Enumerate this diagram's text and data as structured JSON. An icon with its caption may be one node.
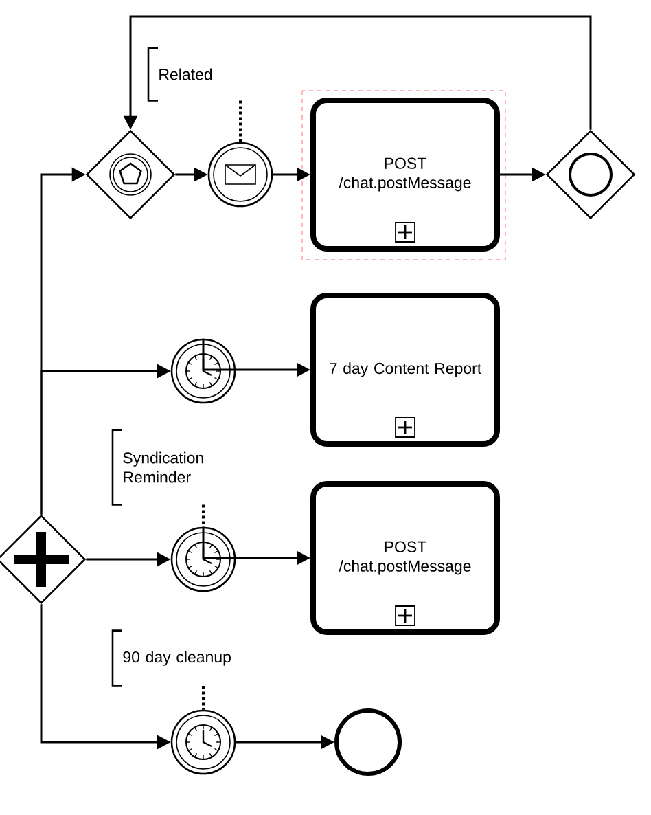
{
  "diagram": {
    "nodes": [
      {
        "text": [
          "Related"
        ]
      },
      {
        "text": [],
        "shape": "diamond"
      },
      {
        "text": [],
        "shape": "circle"
      },
      {
        "text": [
          "POST /chat.postMessage"
        ]
      },
      {
        "text": [],
        "shape": "diamond"
      },
      {
        "text": [],
        "shape": "circle"
      },
      {
        "text": [
          "7 day Content Report"
        ]
      },
      {
        "text": [
          "Syndication Reminder"
        ]
      },
      {
        "text": [],
        "shape": "diamond"
      },
      {
        "text": [],
        "shape": "circle"
      },
      {
        "text": [
          "POST /chat.postMessage"
        ]
      },
      {
        "text": [
          "90 day cleanup"
        ]
      },
      {
        "text": [],
        "shape": "circle"
      },
      {
        "text": [],
        "shape": "circle"
      }
    ],
    "edges": [
      {
        "from": 8,
        "to": 1,
        "arrow": "to"
      },
      {
        "from": 8,
        "to": 5,
        "arrow": "to"
      },
      {
        "from": 8,
        "to": 9,
        "arrow": "to"
      },
      {
        "from": 8,
        "to": 12,
        "arrow": "to"
      },
      {
        "from": 1,
        "to": 2,
        "arrow": "to"
      },
      {
        "from": 2,
        "to": 3,
        "arrow": "to"
      },
      {
        "from": 3,
        "to": 4,
        "arrow": "to"
      },
      {
        "from": 4,
        "to": 1,
        "arrow": "to"
      },
      {
        "from": 5,
        "to": 6,
        "arrow": "to"
      },
      {
        "from": 9,
        "to": 10,
        "arrow": "to"
      },
      {
        "from": 12,
        "to": 13,
        "arrow": "to"
      },
      {
        "from": 0,
        "to": 2,
        "arrow": "none",
        "style": "dashed"
      },
      {
        "from": 7,
        "to": 9,
        "arrow": "none",
        "style": "dashed"
      },
      {
        "from": 11,
        "to": 12,
        "arrow": "none",
        "style": "dashed"
      }
    ]
  }
}
